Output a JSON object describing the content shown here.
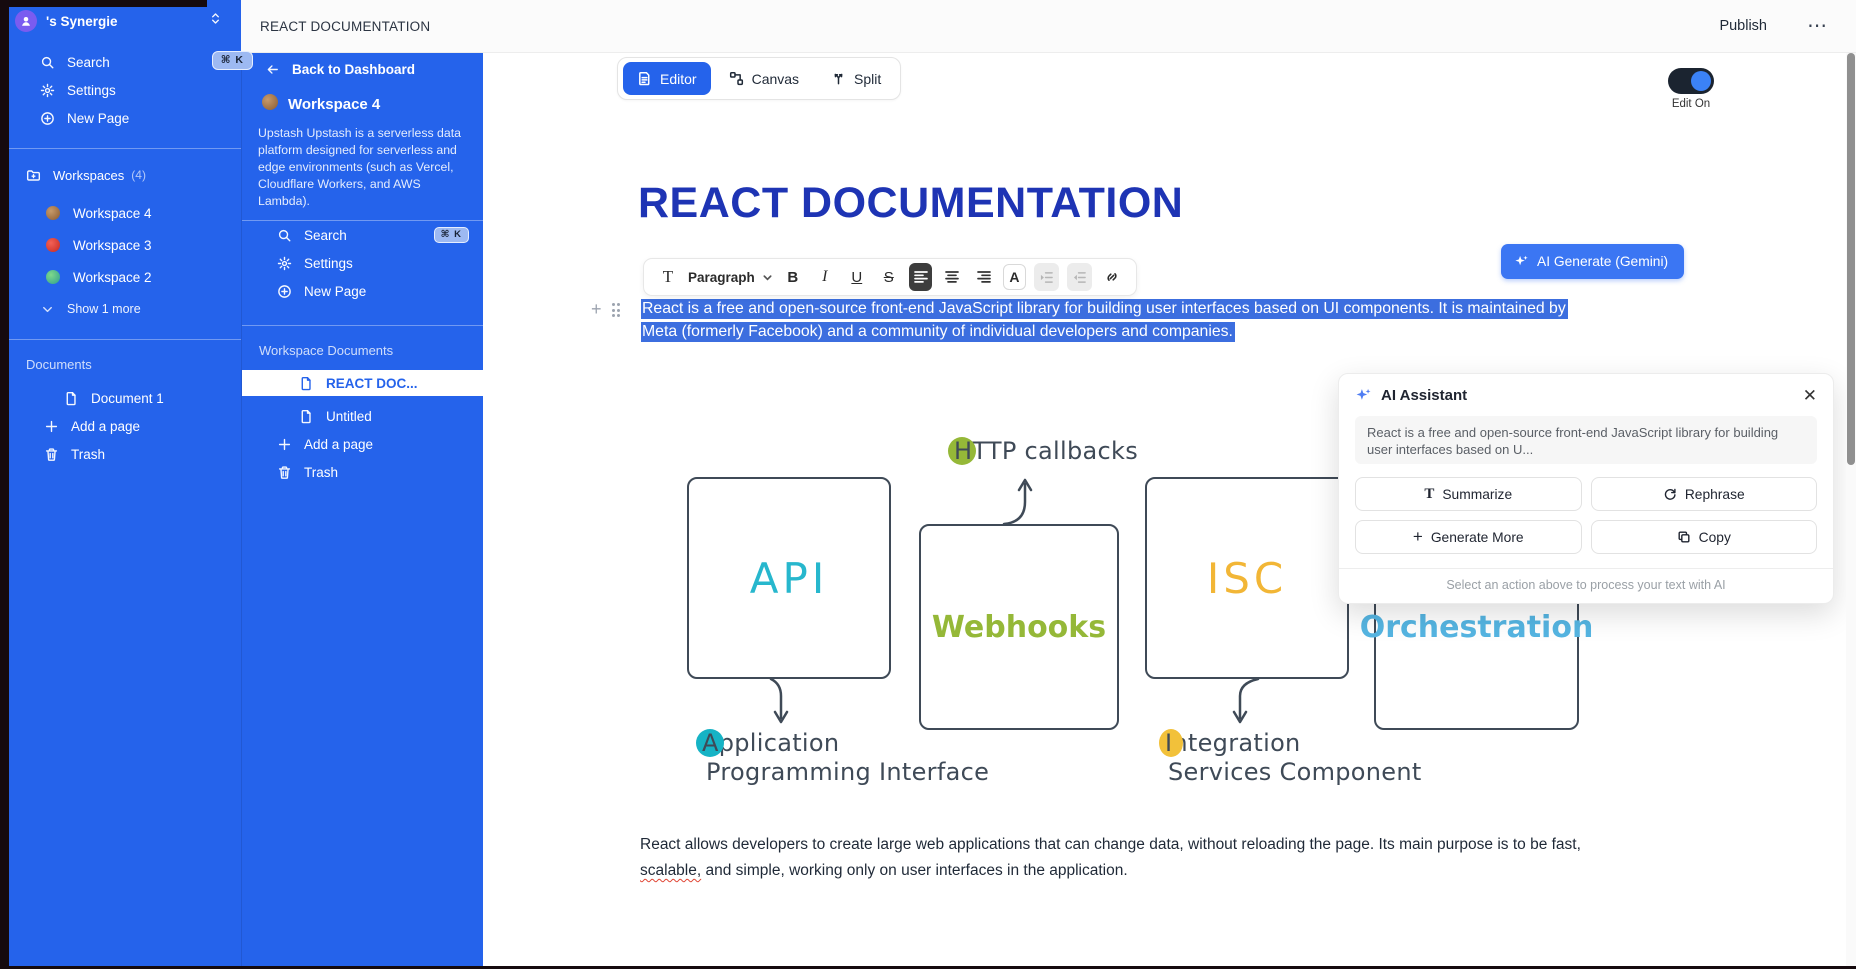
{
  "topbar": {
    "title": "REACT DOCUMENTATION",
    "publish_label": "Publish",
    "more_label": "⋯"
  },
  "sidebar1": {
    "brand": "'s Synergie",
    "search_label": "Search",
    "search_shortcut": "⌘ K",
    "settings_label": "Settings",
    "new_page_label": "New Page",
    "workspaces_label": "Workspaces",
    "workspaces_count": "(4)",
    "workspaces": [
      {
        "label": "Workspace 4"
      },
      {
        "label": "Workspace 3"
      },
      {
        "label": "Workspace 2"
      }
    ],
    "show_more_label": "Show 1 more",
    "documents_label": "Documents",
    "documents": [
      {
        "label": "Document 1"
      }
    ],
    "add_page_label": "Add a page",
    "trash_label": "Trash"
  },
  "sidebar2": {
    "back_label": "Back to Dashboard",
    "workspace_name": "Workspace 4",
    "workspace_description": "Upstash Upstash is a serverless data platform designed for serverless and edge environments (such as Vercel, Cloudflare Workers, and AWS Lambda).",
    "search_label": "Search",
    "search_shortcut": "⌘ K",
    "settings_label": "Settings",
    "new_page_label": "New Page",
    "documents_label": "Workspace Documents",
    "documents": [
      {
        "label": "REACT DOC..."
      },
      {
        "label": "Untitled"
      }
    ],
    "add_page_label": "Add a page",
    "trash_label": "Trash"
  },
  "editor": {
    "tabs": [
      {
        "label": "Editor"
      },
      {
        "label": "Canvas"
      },
      {
        "label": "Split"
      }
    ],
    "edit_toggle_label": "Edit On",
    "doc_title": "REACT DOCUMENTATION",
    "toolbar": {
      "block_type": "Paragraph",
      "bold": "B",
      "italic": "I",
      "underline": "U",
      "strike": "S",
      "color": "A"
    },
    "ai_generate_label": "AI Generate (Gemini)",
    "selected_paragraph": {
      "line1": "React is a free and open-source front-end JavaScript library for building user interfaces based on UI components. It is maintained by",
      "line2": "Meta (formerly Facebook) and a community of individual developers and companies."
    },
    "bottom_paragraph": {
      "line1": "React allows developers to create large web applications that can change data, without reloading the page. Its main purpose is to be fast,",
      "line2_misspelled": "scalable,",
      "line2_rest": " and simple, working only on user interfaces in the application."
    }
  },
  "diagram": {
    "boxes": [
      {
        "label": "API"
      },
      {
        "label": "Webhooks"
      },
      {
        "label": "ISC"
      },
      {
        "label": "Orchestration"
      }
    ],
    "http_label": {
      "first": "H",
      "rest": "TTP  callbacks"
    },
    "captions": {
      "app_first": "A",
      "app_rest": "pplication",
      "app_line2": "Programming Interface",
      "int_first": "I",
      "int_rest": "ntegration",
      "int_line2": "Services Component"
    }
  },
  "ai_assistant": {
    "title": "AI Assistant",
    "quote": "React is a free and open-source front-end JavaScript library for building user interfaces based on U...",
    "actions": [
      {
        "label": "Summarize"
      },
      {
        "label": "Rephrase"
      },
      {
        "label": "Generate More"
      },
      {
        "label": "Copy"
      }
    ],
    "footer": "Select an action above to process your text with AI"
  },
  "colors": {
    "sidebar_blue": "#2563eb",
    "selection_blue": "#3c6edf",
    "title_blue": "#1e34b4",
    "diagram_stroke": "#3f4a57",
    "api": "#27b7cd",
    "webhooks": "#95b838",
    "isc": "#f2b636",
    "orchestration": "#55b5e2",
    "accent": "#3b76f3",
    "toggle_track": "#1b2430",
    "toggle_knob": "#3b82f6"
  }
}
